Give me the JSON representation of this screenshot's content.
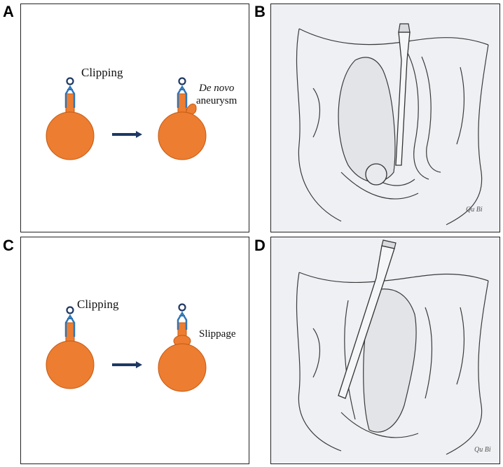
{
  "panels": {
    "a": {
      "letter": "A",
      "label_clipping": "Clipping",
      "label_denovo": "De novo",
      "label_aneurysm": "aneurysm"
    },
    "b": {
      "letter": "B",
      "signature": "Qu Bi"
    },
    "c": {
      "letter": "C",
      "label_clipping": "Clipping",
      "label_slippage": "Slippage"
    },
    "d": {
      "letter": "D",
      "signature": "Qu Bi"
    }
  },
  "colors": {
    "aneurysm_fill": "#ed7d31",
    "aneurysm_stroke": "#c55a11",
    "clip_blue": "#2e75b6",
    "clip_dark": "#1f3864",
    "arrow": "#1f3864",
    "sketch_bg": "#eef0f3"
  }
}
